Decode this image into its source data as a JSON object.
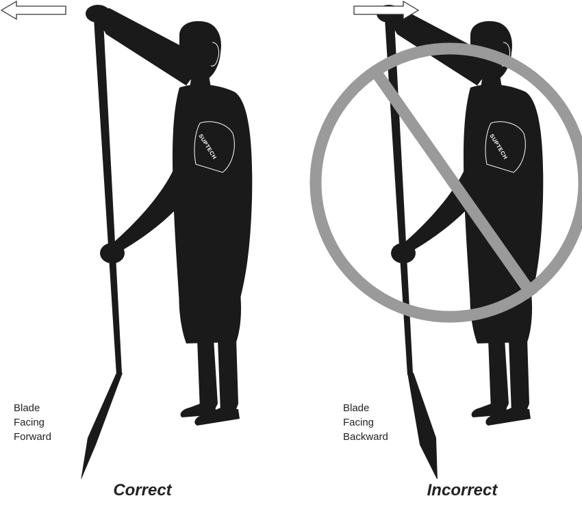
{
  "panels": [
    {
      "note_lines": [
        "Blade",
        "Facing",
        "Forward"
      ],
      "caption": "Correct",
      "arrow_direction": "left"
    },
    {
      "note_lines": [
        "Blade",
        "Facing",
        "Backward"
      ],
      "caption": "Incorrect",
      "arrow_direction": "right"
    }
  ],
  "shirt_logo": "SUPTECH",
  "icons": {
    "prohibited": "prohibited-sign-icon",
    "arrow_left": "arrow-left-icon",
    "arrow_right": "arrow-right-icon"
  },
  "colors": {
    "silhouette": "#1a1a1a",
    "prohibited_sign": "#9a9a9a",
    "arrow_outline": "#333333"
  }
}
